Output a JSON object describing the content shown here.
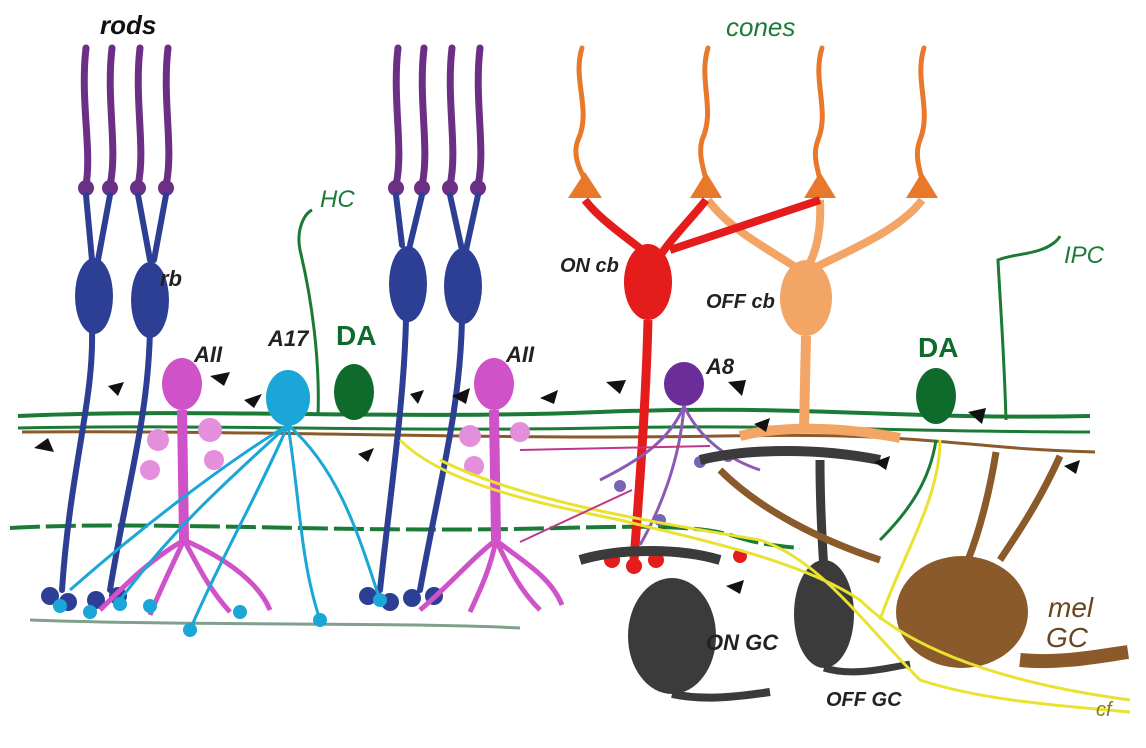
{
  "labels": {
    "rods": "rods",
    "cones": "cones",
    "hc": "HC",
    "rb": "rb",
    "aii_left": "AII",
    "a17": "A17",
    "da_left": "DA",
    "aii_right": "AII",
    "on_cb": "ON cb",
    "off_cb": "OFF cb",
    "a8": "A8",
    "da_right": "DA",
    "ipc": "IPC",
    "on_gc": "ON GC",
    "off_gc": "OFF GC",
    "mel": "mel",
    "gc": "GC",
    "cf": "cf"
  },
  "colors": {
    "rod": "#6b2f86",
    "rod_bipolar": "#2d3f95",
    "aii": "#d052c8",
    "a17": "#1aa6d6",
    "dopaminergic": "#0e6b2c",
    "horizontal": "#1b7a36",
    "cone": "#e8782a",
    "on_cone_bipolar": "#e41c1c",
    "off_cone_bipolar": "#f2a565",
    "a8": "#6a2d9a",
    "ganglion": "#3b3b3b",
    "melanopsin_gc": "#8a5a2a",
    "centrifugal_fiber": "#e9e231",
    "synapse_marker": "#111111"
  }
}
